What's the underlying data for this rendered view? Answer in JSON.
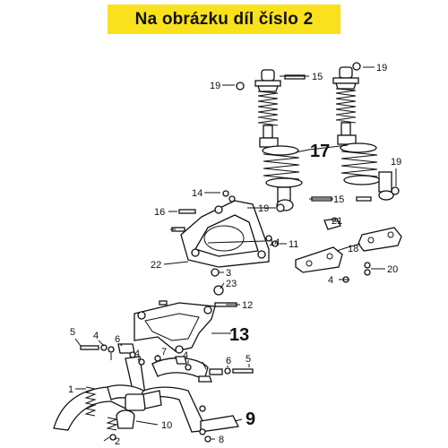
{
  "banner": {
    "text": "Na obrázku díl číslo 2",
    "color": "#f9e11e"
  },
  "callouts": {
    "c1": "1",
    "c2": "2",
    "c3": "3",
    "c4a": "4",
    "c4b": "4",
    "c4c": "4",
    "c4d": "4",
    "c5a": "5",
    "c5b": "5",
    "c6a": "6",
    "c6b": "6",
    "c7": "7",
    "c8": "8",
    "c9": "9",
    "c10": "10",
    "c11": "11",
    "c12": "12",
    "c13": "13",
    "c14a": "14",
    "c14b": "14",
    "c15a": "15",
    "c15b": "15",
    "c16": "16",
    "c17": "17",
    "c18": "18",
    "c19a": "19",
    "c19b": "19",
    "c19c": "19",
    "c19d": "19",
    "c20": "20",
    "c21": "21",
    "c22": "22",
    "c23": "23"
  }
}
